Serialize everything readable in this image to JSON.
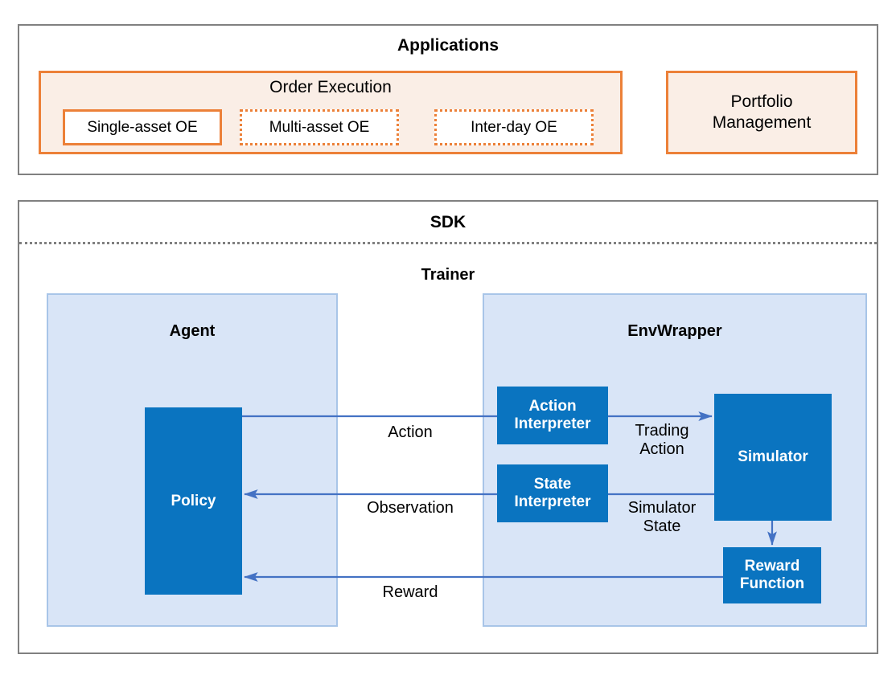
{
  "colors": {
    "frame_gray": "#808080",
    "orange_border": "#ec8038",
    "orange_fill": "#faeee6",
    "blue_box": "#0a74c0",
    "blue_panel": "#d9e5f7",
    "blue_panel_border": "#a8c5e8",
    "arrow_blue": "#4472c4",
    "text": "#000000",
    "white": "#ffffff"
  },
  "applications": {
    "title": "Applications",
    "order_execution": {
      "title": "Order Execution",
      "items": [
        {
          "label": "Single-asset OE",
          "style": "solid"
        },
        {
          "label": "Multi-asset OE",
          "style": "dotted"
        },
        {
          "label": "Inter-day OE",
          "style": "dotted"
        }
      ]
    },
    "portfolio_management": {
      "label": "Portfolio\nManagement"
    }
  },
  "sdk": {
    "title": "SDK",
    "trainer": {
      "title": "Trainer",
      "agent": {
        "title": "Agent",
        "policy": "Policy"
      },
      "envwrapper": {
        "title": "EnvWrapper",
        "action_interpreter": "Action\nInterpreter",
        "state_interpreter": "State\nInterpreter",
        "simulator": "Simulator",
        "reward_function": "Reward\nFunction"
      },
      "edges": [
        {
          "id": "action",
          "label": "Action"
        },
        {
          "id": "observation",
          "label": "Observation"
        },
        {
          "id": "reward",
          "label": "Reward"
        },
        {
          "id": "trading-action",
          "label": "Trading\nAction"
        },
        {
          "id": "simulator-state",
          "label": "Simulator\nState"
        }
      ]
    }
  }
}
